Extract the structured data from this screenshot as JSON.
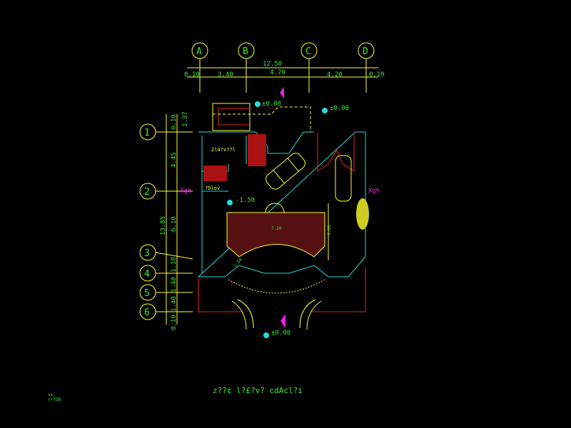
{
  "columns": [
    "A",
    "B",
    "C",
    "D"
  ],
  "rows": [
    "1",
    "2",
    "3",
    "4",
    "5",
    "6"
  ],
  "top_dims": {
    "overall": "12.50",
    "segments": [
      "0.10",
      "3.40",
      "4.70",
      "4.20",
      "0.10"
    ]
  },
  "left_dims": {
    "overall": "13.85",
    "segments": [
      "1.37",
      "0.10",
      "4.45",
      "6.10",
      "1.10",
      "1.40",
      "1.40",
      "0.10"
    ]
  },
  "levels": {
    "top_left": "±0.00",
    "top_right": "±0.00",
    "hall": "-1.50",
    "entrance": "±0.00"
  },
  "room_labels": {
    "room1": "2l4?v??l",
    "room2": "?Dlov"
  },
  "section_marks": {
    "left": "Xgh",
    "right": "Xgh"
  },
  "inner_dims": {
    "width": "7.20",
    "height": "4.60",
    "diag": "1.50"
  },
  "drawing_title": "z??¢ l?£?v? cdAcl?i",
  "scale_note": [
    "ss.",
    "rr?DB"
  ],
  "colors": {
    "background": "#000000",
    "text": "#33ee33",
    "axis": "#ffff33",
    "wall": "#22dddd",
    "red": "#ee2222",
    "magenta": "#ee22ee"
  }
}
